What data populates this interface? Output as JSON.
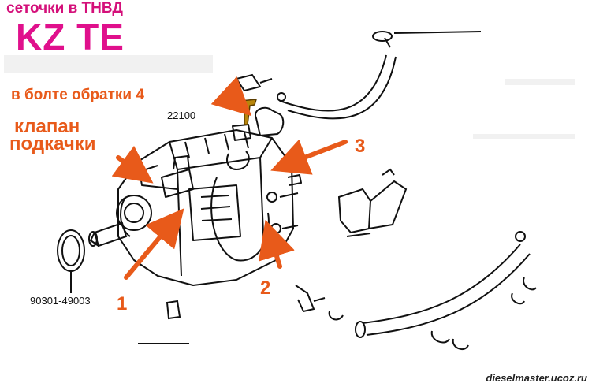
{
  "title": "сеточки в ТНВД",
  "model": "KZ TE",
  "labels": {
    "bolt_return": "в болте обратки 4",
    "valve_line1": "клапан",
    "valve_line2": "подкачки",
    "n1": "1",
    "n2": "2",
    "n3": "3"
  },
  "part_numbers": {
    "pump": "22100",
    "gasket": "90301-49003"
  },
  "watermark": "dieselmaster.ucoz.ru",
  "colors": {
    "title": "#d4107a",
    "labels": "#e85a1a",
    "line_art": "#111111",
    "bolt_highlight": "#b8860b"
  }
}
